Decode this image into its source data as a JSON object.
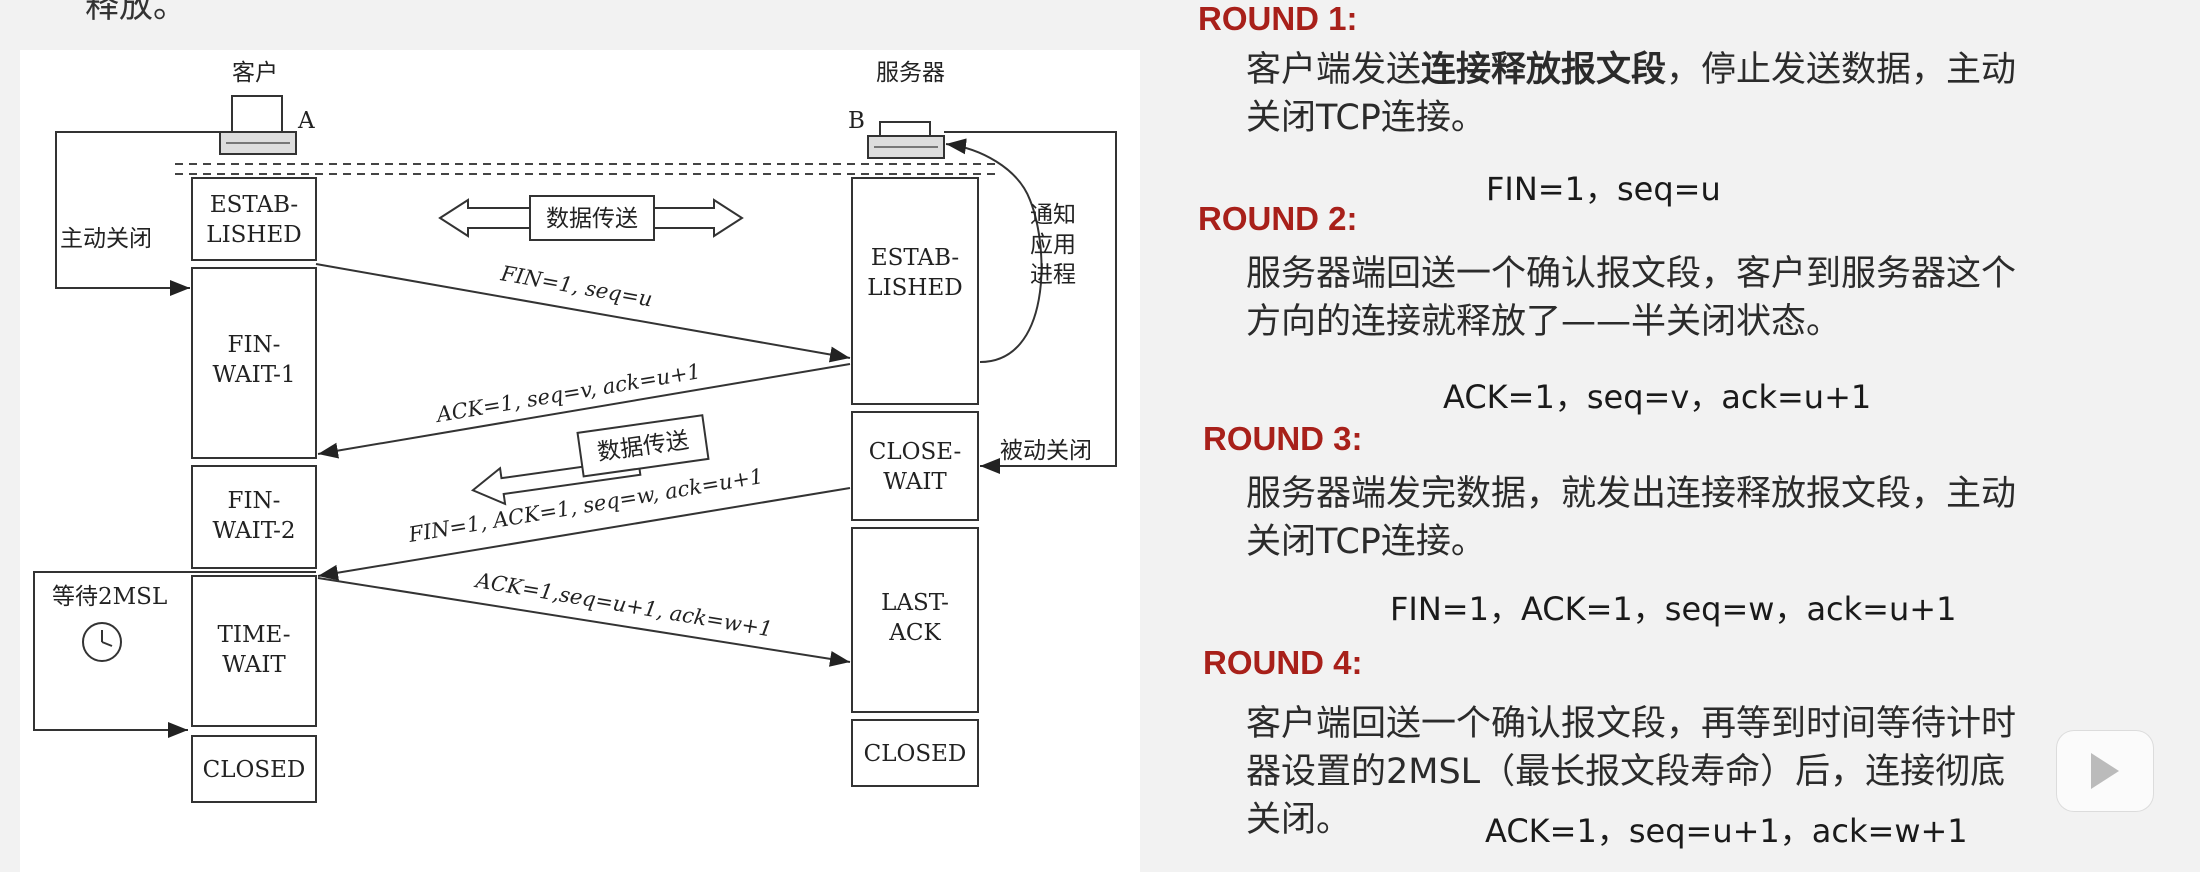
{
  "page_fragment": "释放。",
  "diagram": {
    "client_label": "客户",
    "client_letter": "A",
    "server_label": "服务器",
    "server_letter": "B",
    "data_transfer": "数据传送",
    "active_close": "主动关闭",
    "passive_close": "被动关闭",
    "notify_app": [
      "通知",
      "应用",
      "进程"
    ],
    "wait_2msl": "等待2MSL",
    "client_states": {
      "established": [
        "ESTAB-",
        "LISHED"
      ],
      "fin_wait_1": [
        "FIN-",
        "WAIT-1"
      ],
      "fin_wait_2": [
        "FIN-",
        "WAIT-2"
      ],
      "time_wait": [
        "TIME-",
        "WAIT"
      ],
      "closed": "CLOSED"
    },
    "server_states": {
      "established": [
        "ESTAB-",
        "LISHED"
      ],
      "close_wait": [
        "CLOSE-",
        "WAIT"
      ],
      "last_ack": [
        "LAST-",
        "ACK"
      ],
      "closed": "CLOSED"
    },
    "messages": {
      "m1": "FIN=1, seq=u",
      "m2": "ACK=1, seq=v, ack=u+1",
      "m3": "FIN=1, ACK=1, seq=w, ack=u+1",
      "m4": "ACK=1,seq=u+1, ack=w+1"
    }
  },
  "rounds": [
    {
      "title": "ROUND 1:",
      "text_pre": "客户端发送",
      "text_bold": "连接释放报文段",
      "text_post": "，停止发送数据，主动",
      "line2": "关闭TCP连接。",
      "formula": "FIN=1，seq=u"
    },
    {
      "title": "ROUND 2:",
      "line1": "服务器端回送一个确认报文段，客户到服务器这个",
      "line2": "方向的连接就释放了——半关闭状态。",
      "formula": "ACK=1，seq=v，ack=u+1"
    },
    {
      "title": "ROUND 3:",
      "line1": "服务器端发完数据，就发出连接释放报文段，主动",
      "line2": "关闭TCP连接。",
      "formula": "FIN=1，ACK=1，seq=w，ack=u+1"
    },
    {
      "title": "ROUND 4:",
      "line1": "客户端回送一个确认报文段，再等到时间等待计时",
      "line2": "器设置的2MSL（最长报文段寿命）后，连接彻底",
      "line3": "关闭。",
      "formula": "ACK=1，seq=u+1，ack=w+1"
    }
  ]
}
